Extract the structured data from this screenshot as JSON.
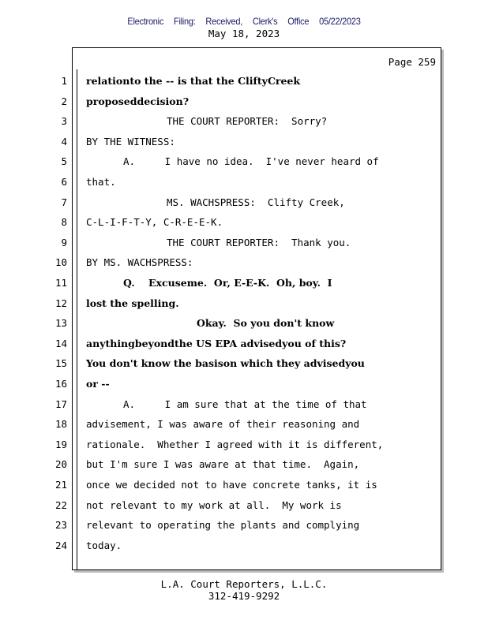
{
  "stamp": {
    "label1": "Electronic",
    "label2": "Filing:",
    "label3": "Received,",
    "label4": "Clerk's",
    "label5": "Office",
    "date": "05/22/2023"
  },
  "header": {
    "date": "May 18, 2023",
    "page": "Page 259"
  },
  "lines": [
    {
      "n": "1",
      "t": "relationto the -- is that the CliftyCreek",
      "b": true,
      "i": 0
    },
    {
      "n": "2",
      "t": "proposeddecision?",
      "b": true,
      "i": 0
    },
    {
      "n": "3",
      "t": "THE COURT REPORTER:  Sorry?",
      "b": false,
      "i": 102
    },
    {
      "n": "4",
      "t": "BY THE WITNESS:",
      "b": false,
      "i": 0
    },
    {
      "n": "5",
      "t": "A.     I have no idea.  I've never heard of",
      "b": false,
      "i": 47
    },
    {
      "n": "6",
      "t": "that.",
      "b": false,
      "i": 0
    },
    {
      "n": "7",
      "t": "MS. WACHSPRESS:  Clifty Creek,",
      "b": false,
      "i": 102
    },
    {
      "n": "8",
      "t": "C-L-I-F-T-Y, C-R-E-E-K.",
      "b": false,
      "i": 0
    },
    {
      "n": "9",
      "t": "THE COURT REPORTER:  Thank you.",
      "b": false,
      "i": 102
    },
    {
      "n": "10",
      "t": "BY MS. WACHSPRESS:",
      "b": false,
      "i": 0
    },
    {
      "n": "11",
      "t": "Q.    Excuseme.  Or, E-E-K.  Oh, boy.  I",
      "b": true,
      "i": 47
    },
    {
      "n": "12",
      "t": "lost the spelling.",
      "b": true,
      "i": 0
    },
    {
      "n": "13",
      "t": "Okay.  So you don't know",
      "b": true,
      "i": 140
    },
    {
      "n": "14",
      "t": "anythingbeyondthe US EPA advisedyou of this?",
      "b": true,
      "i": 0
    },
    {
      "n": "15",
      "t": "You don't know the basison which they advisedyou",
      "b": true,
      "i": 0
    },
    {
      "n": "16",
      "t": "or --",
      "b": true,
      "i": 0
    },
    {
      "n": "17",
      "t": "A.     I am sure that at the time of that",
      "b": false,
      "i": 47
    },
    {
      "n": "18",
      "t": "advisement, I was aware of their reasoning and",
      "b": false,
      "i": 0
    },
    {
      "n": "19",
      "t": "rationale.  Whether I agreed with it is different,",
      "b": false,
      "i": 0
    },
    {
      "n": "20",
      "t": "but I'm sure I was aware at that time.  Again,",
      "b": false,
      "i": 0
    },
    {
      "n": "21",
      "t": "once we decided not to have concrete tanks, it is",
      "b": false,
      "i": 0
    },
    {
      "n": "22",
      "t": "not relevant to my work at all.  My work is",
      "b": false,
      "i": 0
    },
    {
      "n": "23",
      "t": "relevant to operating the plants and complying",
      "b": false,
      "i": 0
    },
    {
      "n": "24",
      "t": "today.",
      "b": false,
      "i": 0
    }
  ],
  "footer": {
    "company": "L.A. Court Reporters, L.L.C.",
    "phone": "312-419-9292"
  }
}
